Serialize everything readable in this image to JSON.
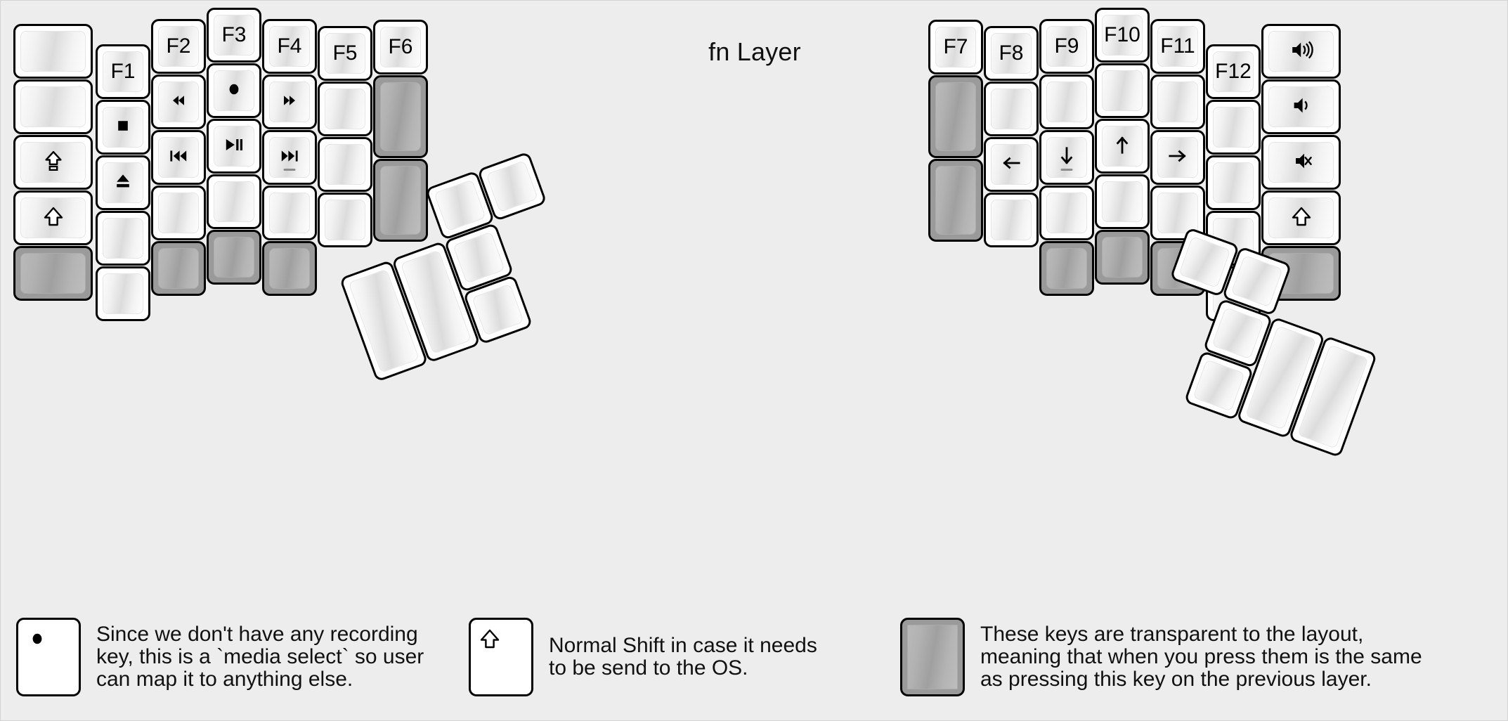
{
  "title": "fn Layer",
  "colors": {
    "background": "#ededed",
    "key_fill": "#ffffff",
    "key_border": "#000000",
    "transparent_key": "#9a9a9a",
    "text": "#111111"
  },
  "glyphs": {
    "rewind": "◀◀",
    "fast_forward": "▶▶",
    "record": "●",
    "stop": "■",
    "eject": "⏏",
    "prev_track": "⏮",
    "play_pause": "⏯",
    "next_track": "⏭",
    "caps_lock": "⇪",
    "shift": "⇧",
    "arrow_left": "←",
    "arrow_down": "↓",
    "arrow_up": "↑",
    "arrow_right": "→",
    "volume_up": "🔊",
    "volume_down": "🔉",
    "mute": "🔇"
  },
  "left_half": {
    "columns": [
      {
        "name": "col-pinky-outer",
        "keys": [
          {
            "name": "key-blank-1",
            "label": "",
            "icon": "",
            "state": "normal"
          },
          {
            "name": "key-blank-2",
            "label": "",
            "icon": "",
            "state": "normal"
          },
          {
            "name": "key-caps-lock",
            "label": "",
            "icon": "caps-lock",
            "state": "normal"
          },
          {
            "name": "key-shift",
            "label": "",
            "icon": "shift",
            "state": "normal"
          },
          {
            "name": "key-transparent-1",
            "label": "",
            "icon": "",
            "state": "transparent"
          }
        ]
      },
      {
        "name": "col-pinky",
        "keys": [
          {
            "name": "key-f1",
            "label": "F1",
            "icon": "",
            "state": "normal"
          },
          {
            "name": "key-stop",
            "label": "",
            "icon": "stop",
            "state": "normal"
          },
          {
            "name": "key-eject",
            "label": "",
            "icon": "eject",
            "state": "normal"
          },
          {
            "name": "key-blank-3",
            "label": "",
            "icon": "",
            "state": "normal"
          },
          {
            "name": "key-blank-4",
            "label": "",
            "icon": "",
            "state": "normal"
          }
        ]
      },
      {
        "name": "col-ring",
        "keys": [
          {
            "name": "key-f2",
            "label": "F2",
            "icon": "",
            "state": "normal"
          },
          {
            "name": "key-rewind",
            "label": "",
            "icon": "rewind",
            "state": "normal"
          },
          {
            "name": "key-prev-track",
            "label": "",
            "icon": "prev-track",
            "state": "normal"
          },
          {
            "name": "key-blank-5",
            "label": "",
            "icon": "",
            "state": "normal"
          },
          {
            "name": "key-transparent-2",
            "label": "",
            "icon": "",
            "state": "transparent"
          }
        ]
      },
      {
        "name": "col-middle",
        "keys": [
          {
            "name": "key-f3",
            "label": "F3",
            "icon": "",
            "state": "normal"
          },
          {
            "name": "key-record",
            "label": "",
            "icon": "record",
            "state": "normal"
          },
          {
            "name": "key-play-pause",
            "label": "",
            "icon": "play-pause",
            "state": "normal"
          },
          {
            "name": "key-blank-6",
            "label": "",
            "icon": "",
            "state": "normal"
          },
          {
            "name": "key-transparent-3",
            "label": "",
            "icon": "",
            "state": "transparent"
          }
        ]
      },
      {
        "name": "col-index",
        "keys": [
          {
            "name": "key-f4",
            "label": "F4",
            "icon": "",
            "state": "normal"
          },
          {
            "name": "key-fast-forward",
            "label": "",
            "icon": "fast-forward",
            "state": "normal"
          },
          {
            "name": "key-next-track",
            "label": "",
            "icon": "next-track",
            "state": "normal",
            "homing": true
          },
          {
            "name": "key-blank-7",
            "label": "",
            "icon": "",
            "state": "normal"
          },
          {
            "name": "key-transparent-4",
            "label": "",
            "icon": "",
            "state": "transparent"
          }
        ]
      },
      {
        "name": "col-index-inner",
        "keys": [
          {
            "name": "key-f5",
            "label": "F5",
            "icon": "",
            "state": "normal"
          },
          {
            "name": "key-blank-8",
            "label": "",
            "icon": "",
            "state": "normal"
          },
          {
            "name": "key-blank-9",
            "label": "",
            "icon": "",
            "state": "normal"
          },
          {
            "name": "key-blank-10",
            "label": "",
            "icon": "",
            "state": "normal"
          }
        ]
      },
      {
        "name": "col-inner-extra",
        "keys": [
          {
            "name": "key-f6",
            "label": "F6",
            "icon": "",
            "state": "normal"
          },
          {
            "name": "key-transparent-tall-1",
            "label": "",
            "icon": "",
            "state": "transparent"
          },
          {
            "name": "key-transparent-tall-2",
            "label": "",
            "icon": "",
            "state": "transparent"
          }
        ]
      }
    ],
    "thumb_cluster": [
      {
        "name": "thumb-key-1",
        "label": "",
        "state": "normal"
      },
      {
        "name": "thumb-key-2",
        "label": "",
        "state": "normal"
      },
      {
        "name": "thumb-key-3",
        "label": "",
        "state": "normal"
      },
      {
        "name": "thumb-key-4",
        "label": "",
        "state": "normal"
      },
      {
        "name": "thumb-key-5",
        "label": "",
        "state": "normal"
      },
      {
        "name": "thumb-key-6",
        "label": "",
        "state": "normal"
      }
    ]
  },
  "right_half": {
    "columns": [
      {
        "name": "col-inner-extra-r",
        "keys": [
          {
            "name": "key-f7",
            "label": "F7",
            "icon": "",
            "state": "normal"
          },
          {
            "name": "key-transparent-tall-3",
            "label": "",
            "icon": "",
            "state": "transparent"
          },
          {
            "name": "key-transparent-tall-4",
            "label": "",
            "icon": "",
            "state": "transparent"
          }
        ]
      },
      {
        "name": "col-index-inner-r",
        "keys": [
          {
            "name": "key-f8",
            "label": "F8",
            "icon": "",
            "state": "normal"
          },
          {
            "name": "key-blank-11",
            "label": "",
            "icon": "",
            "state": "normal"
          },
          {
            "name": "key-arrow-left",
            "label": "",
            "icon": "arrow-left",
            "state": "normal"
          },
          {
            "name": "key-blank-12",
            "label": "",
            "icon": "",
            "state": "normal"
          }
        ]
      },
      {
        "name": "col-index-r",
        "keys": [
          {
            "name": "key-f9",
            "label": "F9",
            "icon": "",
            "state": "normal"
          },
          {
            "name": "key-blank-13",
            "label": "",
            "icon": "",
            "state": "normal"
          },
          {
            "name": "key-arrow-down",
            "label": "",
            "icon": "arrow-down",
            "state": "normal",
            "homing": true
          },
          {
            "name": "key-blank-14",
            "label": "",
            "icon": "",
            "state": "normal"
          },
          {
            "name": "key-transparent-5",
            "label": "",
            "icon": "",
            "state": "transparent"
          }
        ]
      },
      {
        "name": "col-middle-r",
        "keys": [
          {
            "name": "key-f10",
            "label": "F10",
            "icon": "",
            "state": "normal"
          },
          {
            "name": "key-blank-15",
            "label": "",
            "icon": "",
            "state": "normal"
          },
          {
            "name": "key-arrow-up",
            "label": "",
            "icon": "arrow-up",
            "state": "normal"
          },
          {
            "name": "key-blank-16",
            "label": "",
            "icon": "",
            "state": "normal"
          },
          {
            "name": "key-transparent-6",
            "label": "",
            "icon": "",
            "state": "transparent"
          }
        ]
      },
      {
        "name": "col-ring-r",
        "keys": [
          {
            "name": "key-f11",
            "label": "F11",
            "icon": "",
            "state": "normal"
          },
          {
            "name": "key-blank-17",
            "label": "",
            "icon": "",
            "state": "normal"
          },
          {
            "name": "key-arrow-right",
            "label": "",
            "icon": "arrow-right",
            "state": "normal"
          },
          {
            "name": "key-blank-18",
            "label": "",
            "icon": "",
            "state": "normal"
          },
          {
            "name": "key-transparent-7",
            "label": "",
            "icon": "",
            "state": "transparent"
          }
        ]
      },
      {
        "name": "col-pinky-r",
        "keys": [
          {
            "name": "key-f12",
            "label": "F12",
            "icon": "",
            "state": "normal"
          },
          {
            "name": "key-blank-19",
            "label": "",
            "icon": "",
            "state": "normal"
          },
          {
            "name": "key-blank-20",
            "label": "",
            "icon": "",
            "state": "normal"
          },
          {
            "name": "key-blank-21",
            "label": "",
            "icon": "",
            "state": "normal"
          },
          {
            "name": "key-blank-22",
            "label": "",
            "icon": "",
            "state": "normal"
          }
        ]
      },
      {
        "name": "col-pinky-outer-r",
        "keys": [
          {
            "name": "key-volume-up",
            "label": "",
            "icon": "volume-up",
            "state": "normal"
          },
          {
            "name": "key-volume-down",
            "label": "",
            "icon": "volume-down",
            "state": "normal"
          },
          {
            "name": "key-mute",
            "label": "",
            "icon": "mute",
            "state": "normal"
          },
          {
            "name": "key-shift-right",
            "label": "",
            "icon": "shift",
            "state": "normal"
          },
          {
            "name": "key-transparent-8",
            "label": "",
            "icon": "",
            "state": "transparent"
          }
        ]
      }
    ],
    "thumb_cluster": [
      {
        "name": "thumb-key-7",
        "label": "",
        "state": "normal"
      },
      {
        "name": "thumb-key-8",
        "label": "",
        "state": "normal"
      },
      {
        "name": "thumb-key-9",
        "label": "",
        "state": "normal"
      },
      {
        "name": "thumb-key-10",
        "label": "",
        "state": "normal"
      },
      {
        "name": "thumb-key-11",
        "label": "",
        "state": "normal"
      },
      {
        "name": "thumb-key-12",
        "label": "",
        "state": "normal"
      }
    ]
  },
  "legend": [
    {
      "name": "legend-record",
      "icon": "record",
      "key_state": "normal",
      "text": "Since we don't have any recording\nkey, this is a `media select` so user\ncan map it to anything else."
    },
    {
      "name": "legend-shift",
      "icon": "shift",
      "key_state": "normal",
      "text": "Normal Shift in case it needs\nto be send to the OS."
    },
    {
      "name": "legend-transparent",
      "icon": "",
      "key_state": "transparent",
      "text": "These keys are transparent to the layout,\nmeaning that when you press them is the same\nas pressing this key on the previous layer."
    }
  ]
}
